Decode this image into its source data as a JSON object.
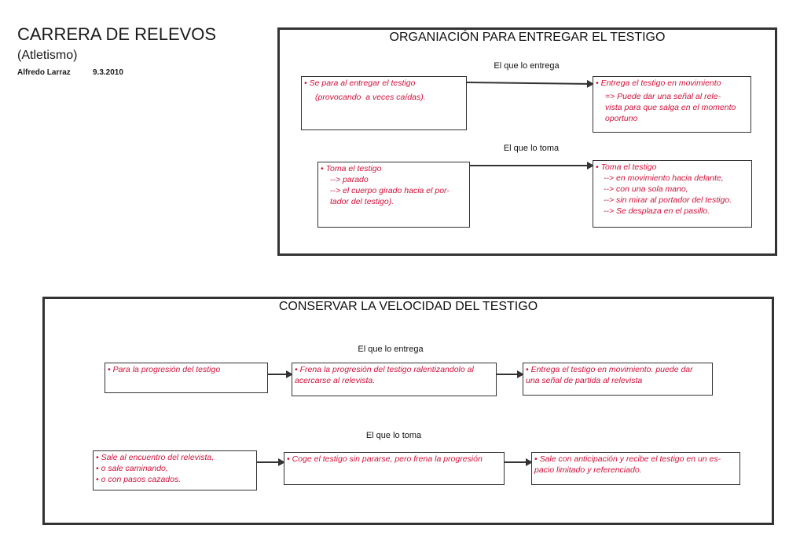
{
  "header": {
    "title": "CARRERA DE RELEVOS",
    "subtitle": "(Atletismo)",
    "author": "Alfredo Larraz",
    "date": "9.3.2010"
  },
  "panel1": {
    "title": "ORGANIACIÓN PARA ENTREGAR EL TESTIGO",
    "lane1": "El que lo entrega",
    "lane2": "El que lo toma",
    "box1": {
      "line1": "• Se para al entregar el testigo",
      "line2": "(provocando  a veces caídas)."
    },
    "box2": {
      "line1": "• Entrega el testigo en movimiento",
      "line2": "=> Puede dar una señal al rele-",
      "line3": "vista para que salga en el momento",
      "line4": "oportuno"
    },
    "box3": {
      "line1": "• Toma el testigo",
      "line2": "--> parado",
      "line3": "--> el cuerpo girado hacia el por-",
      "line4": "tador del testigo)."
    },
    "box4": {
      "line1": "• Toma el testigo",
      "line2": "--> en movimiento hacia delante,",
      "line3": "--> con una sola mano,",
      "line4": "--> sin mirar al portador del testigo.",
      "line5": "--> Se desplaza en el pasillo."
    }
  },
  "panel2": {
    "title": "CONSERVAR LA VELOCIDAD DEL TESTIGO",
    "lane1": "El que lo entrega",
    "lane2": "El que lo toma",
    "box1": {
      "line1": "• Para la progresión del testigo"
    },
    "box2": {
      "line1": "• Frena la progresión del testigo ralentizandolo al",
      "line2": "acercarse al relevista."
    },
    "box3": {
      "line1": "• Entrega el testigo en movimiento. puede dar",
      "line2": "una señal de partida al relevista"
    },
    "box4": {
      "line1": "• Sale al encuentro del relevista,",
      "line2": "• o sale caminando,",
      "line3": "• o con pasos cazados."
    },
    "box5": {
      "line1": "• Coge el testigo sin pararse, pero frena la progresión"
    },
    "box6": {
      "line1": "• Sale con anticipación y recibe el testigo en un es-",
      "line2": "pacio limitado y referenciado."
    }
  },
  "colors": {
    "text_accent": "#d0103a",
    "border": "#333333"
  }
}
